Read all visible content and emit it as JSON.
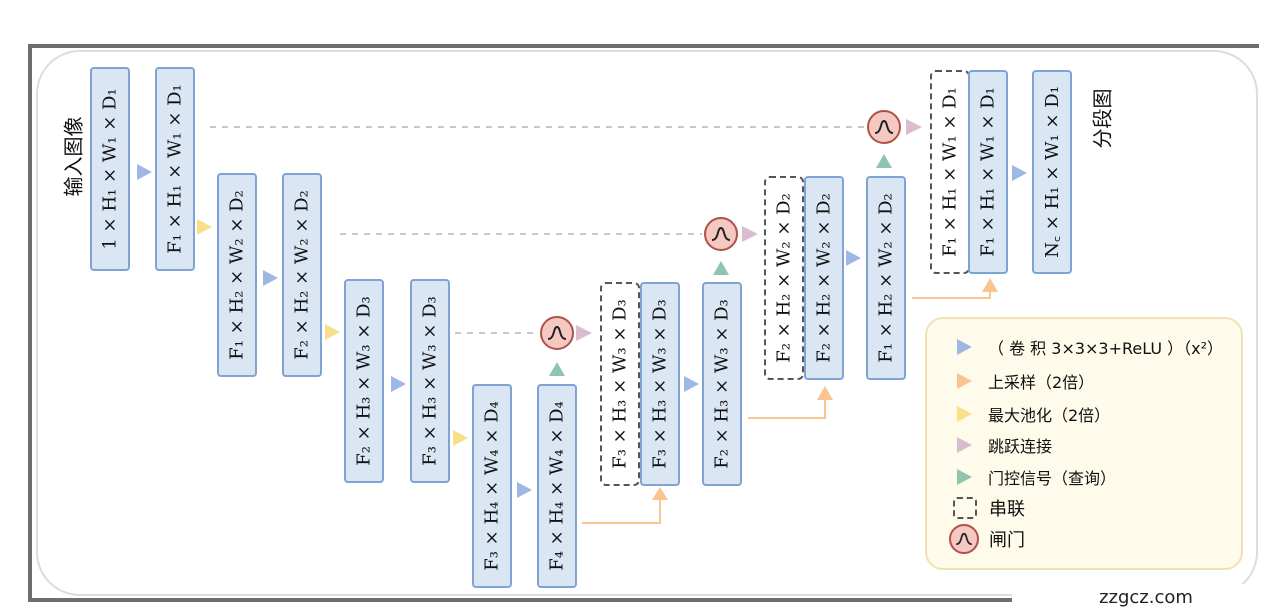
{
  "title_input": "输入图像",
  "title_output": "分段图",
  "blocks": {
    "b1": "1 × H₁ × W₁ × D₁",
    "b2": "F₁ × H₁ × W₁ × D₁",
    "b3": "F₁ × H₂ × W₂ × D₂",
    "b4": "F₂ × H₂ × W₂ × D₂",
    "b5": "F₂ × H₃ × W₃ × D₃",
    "b6": "F₃ × H₃ × W₃ × D₃",
    "b7": "F₃ × H₄ × W₄ × D₄",
    "b8": "F₄ × H₄ × W₄ × D₄",
    "b9": "F₃ × H₃ × W₃ × D₃",
    "b10": "F₃ × H₃ × W₃ × D₃",
    "b11": "F₂ × H₃ × W₃ × D₃",
    "b12": "F₂ × H₂ × W₂ × D₂",
    "b13": "F₂ × H₂ × W₂ × D₂",
    "b14": "F₁ × H₂ × W₂ × D₂",
    "b15": "F₁ × H₁ × W₁ × D₁",
    "b16": "F₁ × H₁ × W₁ × D₁",
    "b17": "N꜀ × H₁ × W₁ × D₁"
  },
  "legend": {
    "conv": "（ 卷 积 3×3×3+ReLU ）（x²）",
    "upsample": "上采样（2倍）",
    "maxpool": "最大池化（2倍）",
    "skip": "跳跃连接",
    "gating": "门控信号（查询）",
    "concat": "串联",
    "gate": "闸门"
  },
  "colors": {
    "conv": "#9db8e3",
    "upsample": "#f9c48f",
    "maxpool": "#f8e08a",
    "skip": "#d9bcd0",
    "gating": "#8fc4ad",
    "block_fill": "#dbe6f4",
    "block_border": "#7fa3d2"
  },
  "watermark": "zzgcz.com"
}
